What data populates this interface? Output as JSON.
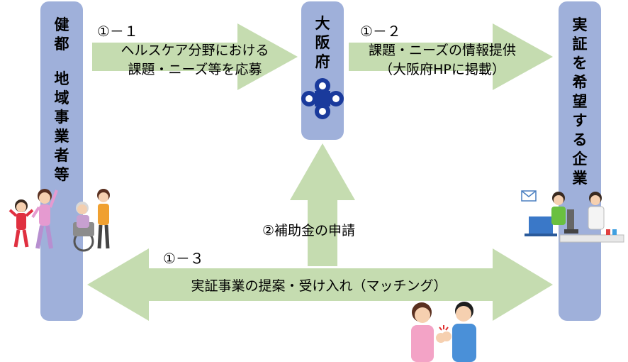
{
  "nodes": {
    "left": {
      "lines_a": [
        "健",
        "都"
      ],
      "lines_b": [
        "地",
        "域",
        "事",
        "業",
        "者",
        "等"
      ]
    },
    "center": {
      "lines": [
        "大",
        "阪",
        "府"
      ]
    },
    "right": {
      "lines": [
        "実",
        "証",
        "を",
        "希",
        "望",
        "す",
        "る",
        "企",
        "業"
      ]
    }
  },
  "arrows": {
    "a1_1": {
      "num": "①－１",
      "line1": "ヘルスケア分野における",
      "line2": "課題・ニーズ等を応募"
    },
    "a1_2": {
      "num": "①－２",
      "line1": "課題・ニーズの情報提供",
      "line2": "（大阪府HPに掲載）"
    },
    "a2": {
      "label": "②補助金の申請"
    },
    "a1_3": {
      "num": "①－３",
      "label": "実証事業の提案・受け入れ（マッチング）"
    }
  },
  "colors": {
    "node": "#9fb0da",
    "arrow": "#c5dcb0",
    "logo": "#1a3a9c"
  },
  "icons": [
    "osaka-prefecture-logo-icon",
    "exercising-family-illustration",
    "caregiver-elderly-illustration",
    "researchers-illustration",
    "handshake-illustration"
  ]
}
